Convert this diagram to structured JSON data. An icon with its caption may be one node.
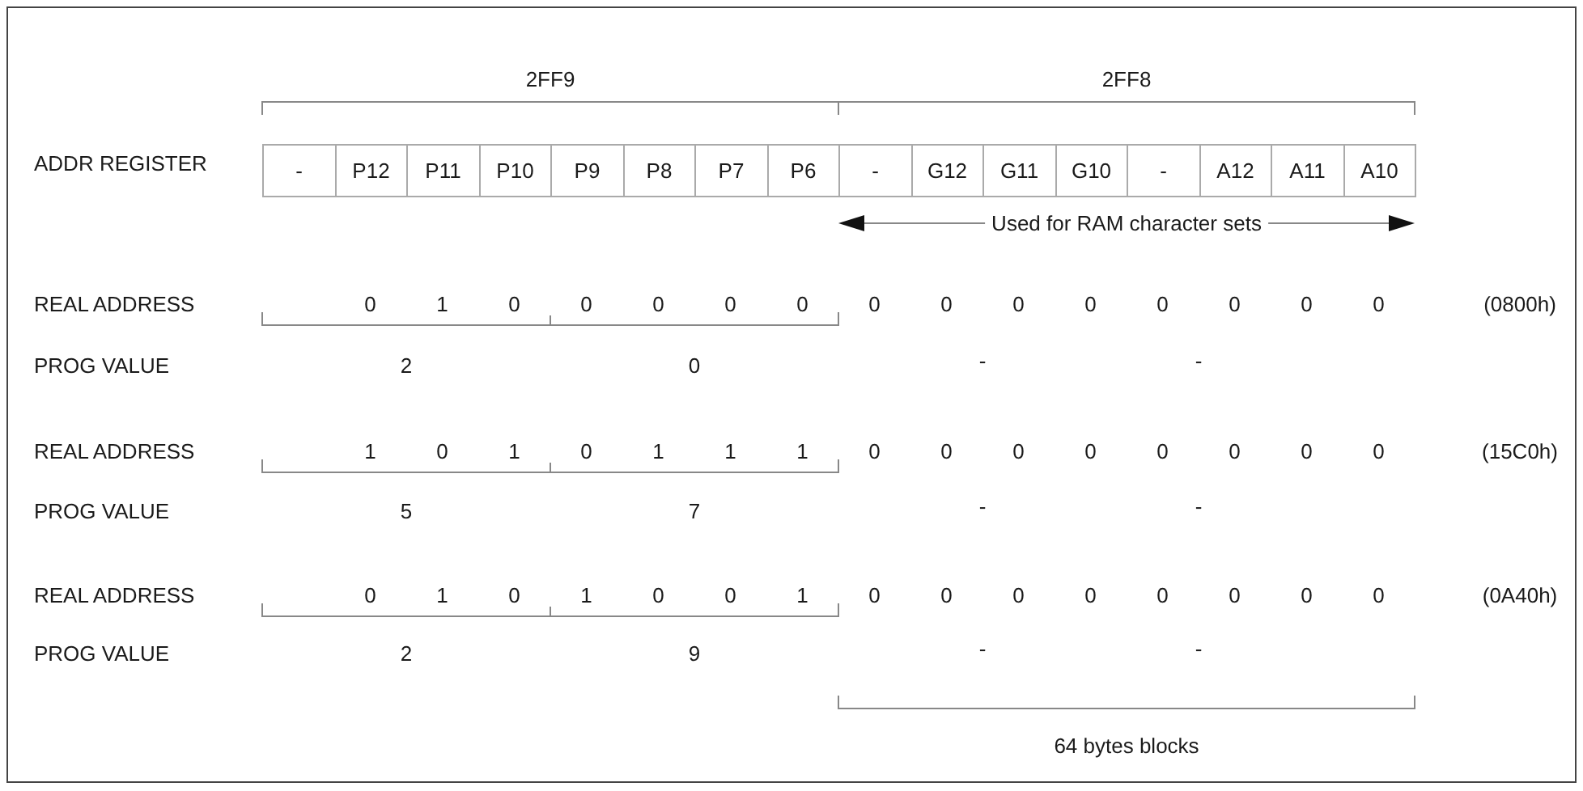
{
  "diagram": {
    "nodes": [
      {
        "text": [
          "-"
        ]
      },
      {
        "text": [
          "P12"
        ]
      },
      {
        "text": [
          "P11"
        ]
      },
      {
        "text": [
          "P10"
        ]
      },
      {
        "text": [
          "P9"
        ]
      },
      {
        "text": [
          "P8"
        ]
      },
      {
        "text": [
          "P7"
        ]
      },
      {
        "text": [
          "P6"
        ]
      },
      {
        "text": [
          "-"
        ]
      },
      {
        "text": [
          "G12"
        ]
      },
      {
        "text": [
          "G11"
        ]
      },
      {
        "text": [
          "G10"
        ]
      },
      {
        "text": [
          "-"
        ]
      },
      {
        "text": [
          "A12"
        ]
      },
      {
        "text": [
          "A11"
        ]
      },
      {
        "text": [
          "A10"
        ]
      }
    ],
    "labels": [
      "2FF9",
      "2FF8",
      "ADDR REGISTER",
      "Used for RAM character sets",
      "REAL ADDRESS",
      "0",
      "1",
      "0",
      "0",
      "0",
      "0",
      "0",
      "0",
      "0",
      "0",
      "0",
      "0",
      "0",
      "0",
      "0",
      "(0800h)",
      "PROG VALUE",
      "2",
      "0",
      "-",
      "-",
      "REAL ADDRESS",
      "1",
      "0",
      "1",
      "0",
      "1",
      "1",
      "1",
      "0",
      "0",
      "0",
      "0",
      "0",
      "0",
      "0",
      "0",
      "(15C0h)",
      "PROG VALUE",
      "5",
      "7",
      "-",
      "-",
      "REAL ADDRESS",
      "0",
      "1",
      "0",
      "1",
      "0",
      "0",
      "1",
      "0",
      "0",
      "0",
      "0",
      "0",
      "0",
      "0",
      "0",
      "(0A40h)",
      "PROG VALUE",
      "2",
      "9",
      "-",
      "-",
      "64 bytes blocks"
    ]
  }
}
